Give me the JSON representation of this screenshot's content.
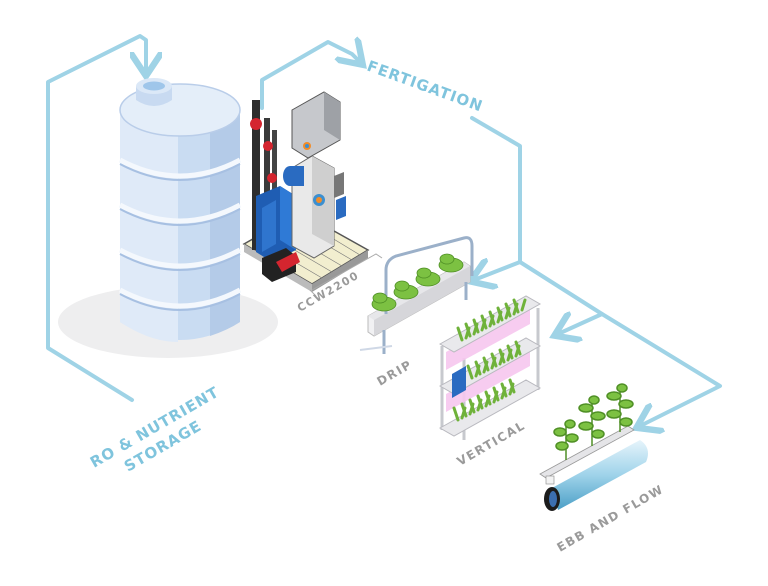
{
  "labels": {
    "fertigation": "FERTIGATION",
    "storage_line1": "RO & NUTRIENT",
    "storage_line2": "STORAGE",
    "ccw": "CCW2200",
    "drip": "DRIP",
    "vertical": "VERTICAL",
    "ebb": "EBB AND FLOW"
  },
  "colors": {
    "flow_line": "#9fd3e6",
    "label_blue": "#7fc4dd",
    "tank_light": "#dce9f7",
    "tank_mid": "#c3d7f0",
    "tank_dark": "#a9c2e4",
    "plant_green": "#7cc142",
    "pink_light": "#f6c6ee"
  },
  "icons": [
    "tank-icon",
    "dosing-unit-icon",
    "drip-system-icon",
    "vertical-rack-icon",
    "ebb-flow-icon"
  ]
}
